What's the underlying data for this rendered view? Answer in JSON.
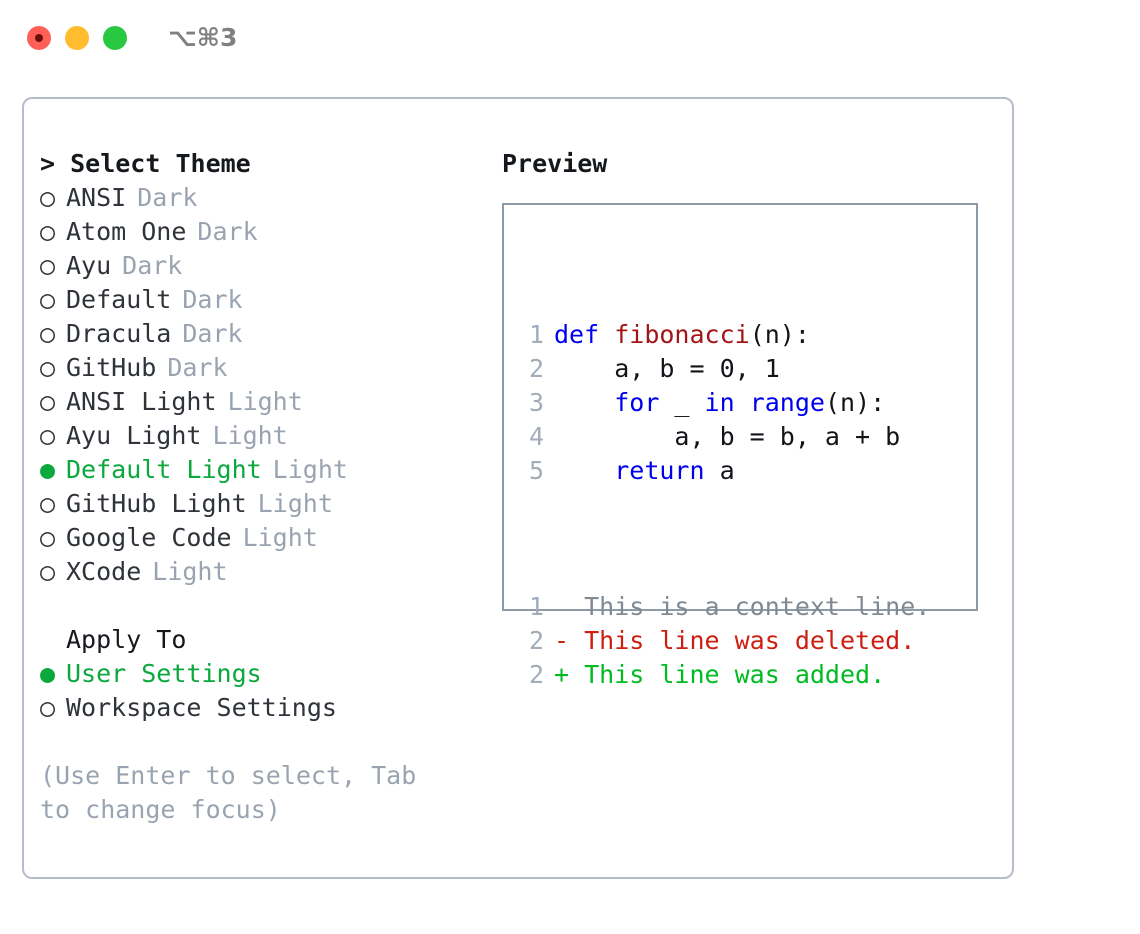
{
  "window": {
    "shortcut": "⌥⌘3",
    "traffic_lights": [
      {
        "name": "close-button",
        "color": "#ff5f57"
      },
      {
        "name": "minimize-button",
        "color": "#ffbd2e"
      },
      {
        "name": "maximize-button",
        "color": "#28c840"
      }
    ]
  },
  "theme_list": {
    "header": "> Select Theme",
    "marker_selected": "●",
    "marker_unselected": "○",
    "items": [
      {
        "marker": "○",
        "label": "ANSI",
        "tag": "Dark",
        "selected": false
      },
      {
        "marker": "○",
        "label": "Atom One",
        "tag": "Dark",
        "selected": false
      },
      {
        "marker": "○",
        "label": "Ayu",
        "tag": "Dark",
        "selected": false
      },
      {
        "marker": "○",
        "label": "Default",
        "tag": "Dark",
        "selected": false
      },
      {
        "marker": "○",
        "label": "Dracula",
        "tag": "Dark",
        "selected": false
      },
      {
        "marker": "○",
        "label": "GitHub",
        "tag": "Dark",
        "selected": false
      },
      {
        "marker": "○",
        "label": "ANSI Light",
        "tag": "Light",
        "selected": false
      },
      {
        "marker": "○",
        "label": "Ayu Light",
        "tag": "Light",
        "selected": false
      },
      {
        "marker": "●",
        "label": "Default Light",
        "tag": "Light",
        "selected": true
      },
      {
        "marker": "○",
        "label": "GitHub Light",
        "tag": "Light",
        "selected": false
      },
      {
        "marker": "○",
        "label": "Google Code",
        "tag": "Light",
        "selected": false
      },
      {
        "marker": "○",
        "label": "XCode",
        "tag": "Light",
        "selected": false
      }
    ]
  },
  "apply_to": {
    "title": "Apply To",
    "items": [
      {
        "marker": "●",
        "label": "User Settings",
        "selected": true
      },
      {
        "marker": "○",
        "label": "Workspace Settings",
        "selected": false
      }
    ]
  },
  "hint": "(Use Enter to select, Tab to change focus)",
  "preview": {
    "title": "Preview",
    "code_lines": [
      {
        "num": "1",
        "tokens": [
          {
            "t": "def ",
            "c": "kw"
          },
          {
            "t": "fibonacci",
            "c": "fn"
          },
          {
            "t": "(n):",
            "c": "pl"
          }
        ]
      },
      {
        "num": "2",
        "tokens": [
          {
            "t": "    a, b = 0, 1",
            "c": "pl"
          }
        ]
      },
      {
        "num": "3",
        "tokens": [
          {
            "t": "    ",
            "c": "pl"
          },
          {
            "t": "for",
            "c": "kw"
          },
          {
            "t": " _ ",
            "c": "pl"
          },
          {
            "t": "in",
            "c": "kw"
          },
          {
            "t": " ",
            "c": "pl"
          },
          {
            "t": "range",
            "c": "bi"
          },
          {
            "t": "(n):",
            "c": "pl"
          }
        ]
      },
      {
        "num": "4",
        "tokens": [
          {
            "t": "        a, b = b, a + b",
            "c": "pl"
          }
        ]
      },
      {
        "num": "5",
        "tokens": [
          {
            "t": "    ",
            "c": "pl"
          },
          {
            "t": "return",
            "c": "kw"
          },
          {
            "t": " a",
            "c": "pl"
          }
        ]
      }
    ],
    "diff_lines": [
      {
        "num": "1",
        "sign": " ",
        "text": " This is a context line.",
        "kind": "ctx"
      },
      {
        "num": "2",
        "sign": "-",
        "text": " This line was deleted.",
        "kind": "del"
      },
      {
        "num": "2",
        "sign": "+",
        "text": " This line was added.",
        "kind": "add"
      }
    ]
  },
  "colors": {
    "accent_green": "#0aa83d",
    "muted": "#9aa4b1",
    "keyword": "#0000ee",
    "function": "#a31515",
    "diff_deleted": "#cc1f10",
    "diff_added": "#00bb22",
    "card_border": "#b6bdc8",
    "preview_border": "#8f9aa8"
  }
}
